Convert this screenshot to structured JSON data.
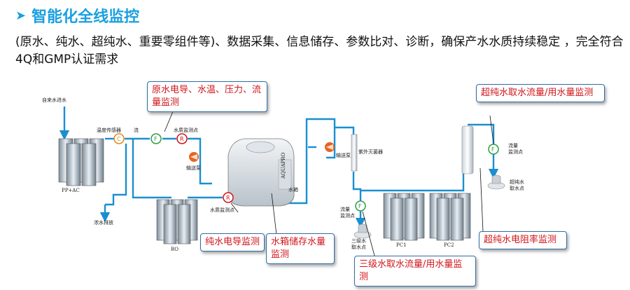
{
  "title": "智能化全线监控",
  "description": "(原水、纯水、超纯水、重要零组件等)、数据采集、信息储存、参数比对、诊断，确保产水水质持续稳定 ，完全符合4Q和GMP认证需求",
  "callouts": {
    "raw_water": "原水电导、水温、压力、流量监测",
    "ultrapure_flow": "超纯水取水流量/用水量监测",
    "pure_conductivity": "纯水电导监测",
    "tank_level": "水箱储存水量监测",
    "tertiary_flow": "三级水取水流量/用水量监测",
    "ultrapure_resistivity": "超纯水电阻率监测"
  },
  "diagram_labels": {
    "tap_inlet": "自来水进水",
    "temp_sensor": "温度传感器",
    "flow_label": "流",
    "water_quality_point": "水质监测点",
    "pump1": "输送泵",
    "pp_ac": "PP+AC",
    "wastewater": "浓水排放",
    "ro": "RO",
    "water_quality_point2": "水质监测点",
    "tank": "水箱",
    "pump2": "输送泵",
    "uv": "紫外灭菌器",
    "flow_point1": "流量",
    "flow_point1b": "监测点",
    "tertiary_point": "三级水",
    "tertiary_point2": "取水点",
    "pc1": "PC1",
    "pc2": "PC2",
    "flow_point2": "流量",
    "flow_point2b": "监测点",
    "ultrapure_point": "超纯水",
    "ultrapure_point2": "取水点",
    "symbol_c": "C",
    "symbol_f": "F",
    "symbol_r": "R",
    "brand": "AQUAPRO"
  },
  "colors": {
    "title": "#1aa0e0",
    "pipe": "#1a8fd0",
    "callout_text": "#d0141b",
    "callout_border": "#2f6fa8"
  }
}
